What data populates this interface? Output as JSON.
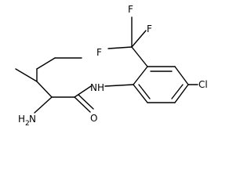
{
  "molecule": {
    "labels": {
      "f_top": "F",
      "f_left": "F",
      "f_right": "F",
      "nh": "NH",
      "cl": "Cl",
      "nh2_main": "H",
      "nh2_sub": "2",
      "nh2_n": "N",
      "o": "O"
    },
    "colors": {
      "bond": "#000000",
      "text": "#000000",
      "background": "#ffffff"
    }
  }
}
